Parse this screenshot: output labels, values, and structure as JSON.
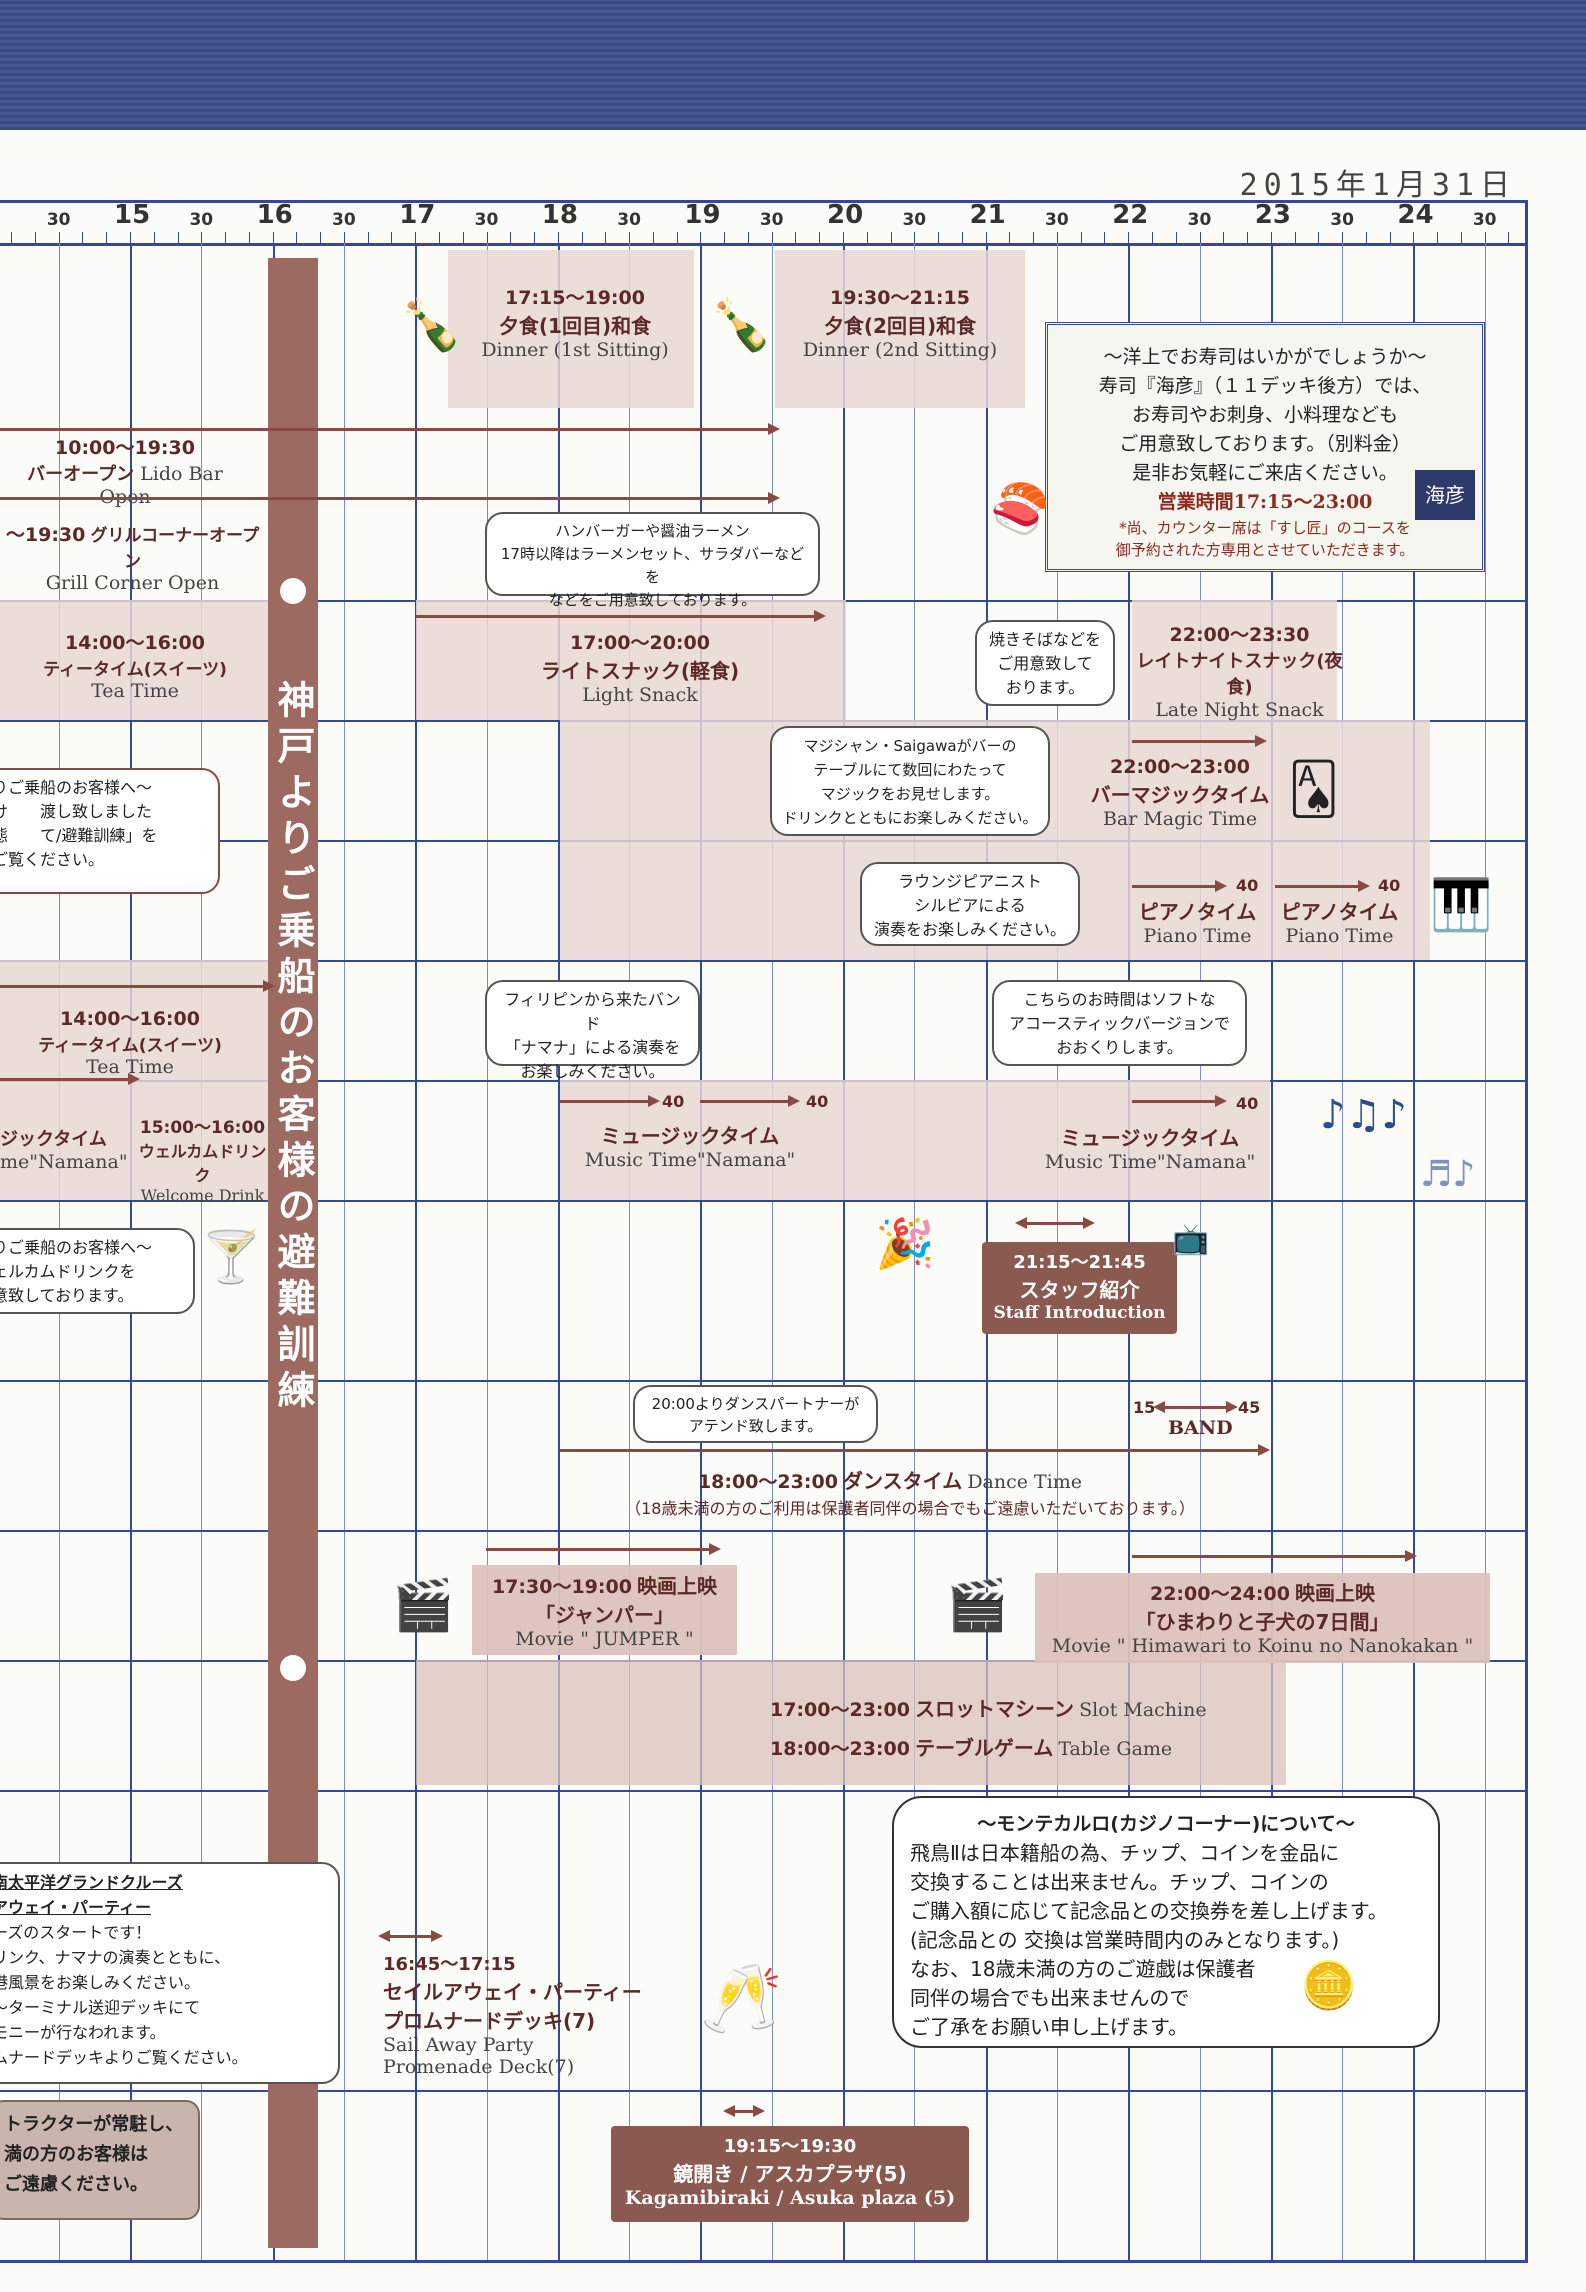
{
  "date": "2015年1月31日",
  "timeline": {
    "hours": [
      "15",
      "16",
      "17",
      "18",
      "19",
      "20",
      "21",
      "22",
      "23",
      "24"
    ],
    "half_label": "30"
  },
  "banner": {
    "text": "神戸よりご乗船のお客様の避難訓練"
  },
  "events": {
    "dinner1": {
      "time": "17:15～19:00",
      "ja": "夕食(1回目)和食",
      "en": "Dinner (1st Sitting)"
    },
    "dinner2": {
      "time": "19:30～21:15",
      "ja": "夕食(2回目)和食",
      "en": "Dinner (2nd Sitting)"
    },
    "lido": {
      "time": "10:00～19:30",
      "ja": "バーオープン",
      "en": "Lido Bar Open"
    },
    "grill": {
      "time": "～19:30",
      "ja": "グリルコーナーオープン",
      "en": "Grill Corner Open"
    },
    "tea1": {
      "time": "14:00～16:00",
      "ja": "ティータイム(スイーツ)",
      "en": "Tea Time"
    },
    "light_snack": {
      "time": "17:00～20:00",
      "ja": "ライトスナック(軽食)",
      "en": "Light Snack"
    },
    "late_snack": {
      "time": "22:00～23:30",
      "ja": "レイトナイトスナック(夜食)",
      "en": "Late Night Snack"
    },
    "bar_magic": {
      "time": "22:00～23:00",
      "ja": "バーマジックタイム",
      "en": "Bar Magic Time"
    },
    "piano1": {
      "num": "40",
      "ja": "ピアノタイム",
      "en": "Piano Time"
    },
    "piano2": {
      "num": "40",
      "ja": "ピアノタイム",
      "en": "Piano Time"
    },
    "tea2": {
      "time": "14:00～16:00",
      "ja": "ティータイム(スイーツ)",
      "en": "Tea Time"
    },
    "music_left": {
      "ja": "ジックタイム",
      "en": "me\"Namana\""
    },
    "welcome": {
      "time": "15:00～16:00",
      "ja": "ウェルカムドリンク",
      "en": "Welcome Drink"
    },
    "music1": {
      "num1": "40",
      "num2": "40",
      "ja": "ミュージックタイム",
      "en": "Music Time\"Namana\""
    },
    "music2": {
      "num": "40",
      "ja": "ミュージックタイム",
      "en": "Music Time\"Namana\""
    },
    "staff": {
      "time": "21:15～21:45",
      "ja": "スタッフ紹介",
      "en": "Staff Introduction"
    },
    "band": {
      "from": "15",
      "to": "45",
      "label": "BAND"
    },
    "dance": {
      "time": "18:00～23:00",
      "ja": "ダンスタイム",
      "en": "Dance Time",
      "note": "（18歳未満の方のご利用は保護者同伴の場合でもご遠慮いただいております。）"
    },
    "movie1": {
      "time": "17:30～19:00",
      "ja": "映画上映",
      "title": "「ジャンパー」",
      "en": "Movie \" JUMPER \""
    },
    "movie2": {
      "time": "22:00～24:00",
      "ja": "映画上映",
      "title": "「ひまわりと子犬の7日間」",
      "en": "Movie \" Himawari to Koinu no Nanokakan \""
    },
    "slot": {
      "time": "17:00～23:00",
      "ja": "スロットマシーン",
      "en": "Slot Machine"
    },
    "table": {
      "time": "18:00～23:00",
      "ja": "テーブルゲーム",
      "en": "Table Game"
    },
    "sailaway": {
      "time": "16:45～17:15",
      "ja1": "セイルアウェイ・パーティー",
      "ja2": "プロムナードデッキ(7)",
      "en1": "Sail Away Party",
      "en2": "Promenade Deck(7)"
    },
    "kagami": {
      "time": "19:15～19:30",
      "ja": "鏡開き / アスカプラザ(5)",
      "en": "Kagamibiraki / Asuka plaza (5)"
    }
  },
  "bubbles": {
    "ramen": [
      "ハンバーガーや醤油ラーメン",
      "17時以降はラーメンセット、サラダバーなどを",
      "などをご用意致しております。"
    ],
    "yakisoba": [
      "焼きそばなどを",
      "ご用意致して",
      "おります。"
    ],
    "magician": [
      "マジシャン・Saigawaがバーの",
      "テーブルにて数回にわたって",
      "マジックをお見せします。",
      "ドリンクとともにお楽しみください。"
    ],
    "pianist": [
      "ラウンジピアニスト",
      "シルビアによる",
      "演奏をお楽しみください。"
    ],
    "band_ph": [
      "フィリピンから来たバンド",
      "「ナマナ」による演奏を",
      "お楽しみください。"
    ],
    "acoustic": [
      "こちらのお時間はソフトな",
      "アコースティックバージョンで",
      "おおくりします。"
    ],
    "dancepartner": [
      "20:00よりダンスパートナーが",
      "アテンド致します。"
    ],
    "left_evac": [
      "りご乗船のお客様へ～",
      "け　　渡し致しました",
      "態　　て/避難訓練」を",
      "ご覧ください。"
    ],
    "left_welcome": [
      "りご乗船のお客様へ～",
      "ェルカムドリンクを",
      "意致しております。"
    ],
    "left_sail": [
      "南太平洋グランドクルーズ",
      "アウェイ・パーティー",
      "ーズのスタートです！",
      "リンク、ナマナの演奏とともに、",
      "港風景をお楽しみください。",
      "～ターミナル送迎デッキにて",
      "モニーが行なわれます。",
      "ムナードデッキよりご覧ください。"
    ],
    "left_tractor": [
      "トラクターが常駐し、",
      "満の方のお客様は",
      "ご遠慮ください。"
    ]
  },
  "sushi": {
    "lines": [
      "～洋上でお寿司はいかがでしょうか～",
      "寿司『海彦』（１１デッキ後方）では、",
      "お寿司やお刺身、小料理なども",
      "ご用意致しております。（別料金）",
      "是非お気軽にご来店ください。"
    ],
    "hours": "営業時間17:15～23:00",
    "note1": "*尚、カウンター席は「すし匠」のコースを",
    "note2": "御予約された方専用とさせていただきます。",
    "logo": "海彦"
  },
  "casino": {
    "title": "～モンテカルロ(カジノコーナー)について～",
    "lines": [
      "飛鳥Ⅱは日本籍船の為、チップ、コインを金品に",
      "交換することは出来ません。チップ、コインの",
      "ご購入額に応じて記念品との交換券を差し上げます。",
      "(記念品との 交換は営業時間内のみとなります。)",
      "なお、18歳未満の方のご遊戯は保護者",
      "同伴の場合でも出来ませんので",
      "ご了承をお願い申し上げます。"
    ]
  },
  "colors": {
    "grid": "#34479a",
    "accent": "#8a4a44",
    "shade": "#e8d7d2",
    "banner": "#9c6a61"
  }
}
